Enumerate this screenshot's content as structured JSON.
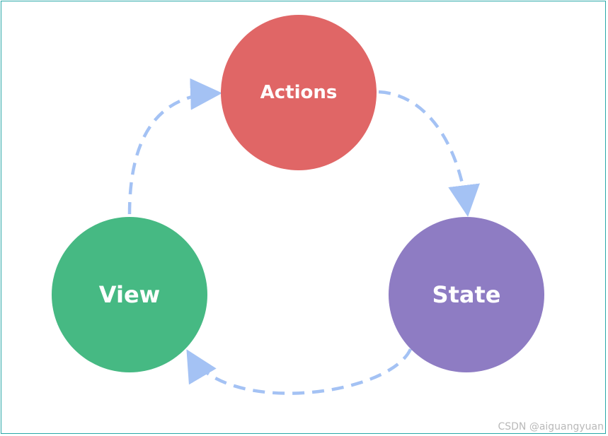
{
  "nodes": {
    "actions": {
      "label": "Actions",
      "color": "#e06666"
    },
    "state": {
      "label": "State",
      "color": "#8e7cc3"
    },
    "view": {
      "label": "View",
      "color": "#46b983"
    }
  },
  "arrow_color": "#a4c2f4",
  "frame_color": "#2aa8a8",
  "watermark": "CSDN @aiguangyuan"
}
